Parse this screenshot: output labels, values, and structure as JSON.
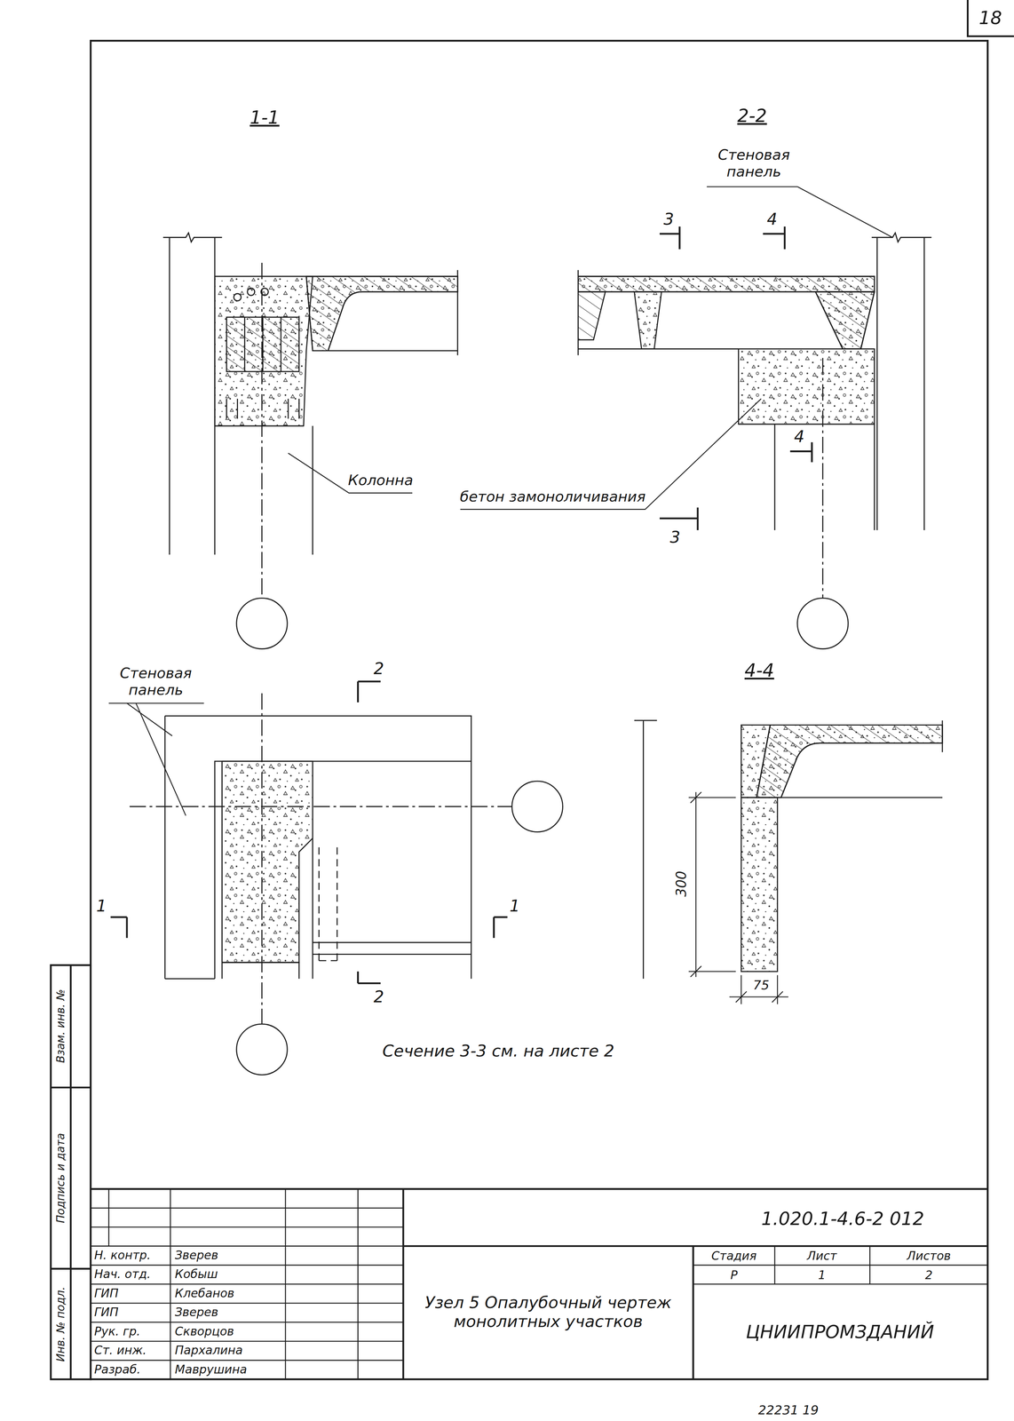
{
  "diagram": {
    "labels": [
      "18",
      "1-1",
      "2-2",
      "Стеновая панель",
      "3",
      "4",
      "Колонна",
      "бетон замоноличивания",
      "4",
      "3",
      "Стеновая панель",
      "2",
      "4-4",
      "1",
      "1",
      "300",
      "75",
      "2",
      "Сечение 3-3 см. на листе 2",
      "Н. контр.",
      "Зверев",
      "Нач. отд.",
      "Кобыш",
      "ГИП",
      "Клебанов",
      "ГИП",
      "Зверев",
      "Рук. гр.",
      "Скворцов",
      "Ст. инж.",
      "Пархалина",
      "Разраб.",
      "Маврушина",
      "1.020.1-4.6-2 012",
      "Узел 5 Опалубочный чертеж монолитных участков",
      "Стадия",
      "Лист",
      "Листов",
      "Р",
      "1",
      "2",
      "ЦНИИПРОМЗДАНИЙ",
      "Взам. инв. №",
      "Подпись и дата",
      "Инв. № подл.",
      "22231 19"
    ]
  }
}
